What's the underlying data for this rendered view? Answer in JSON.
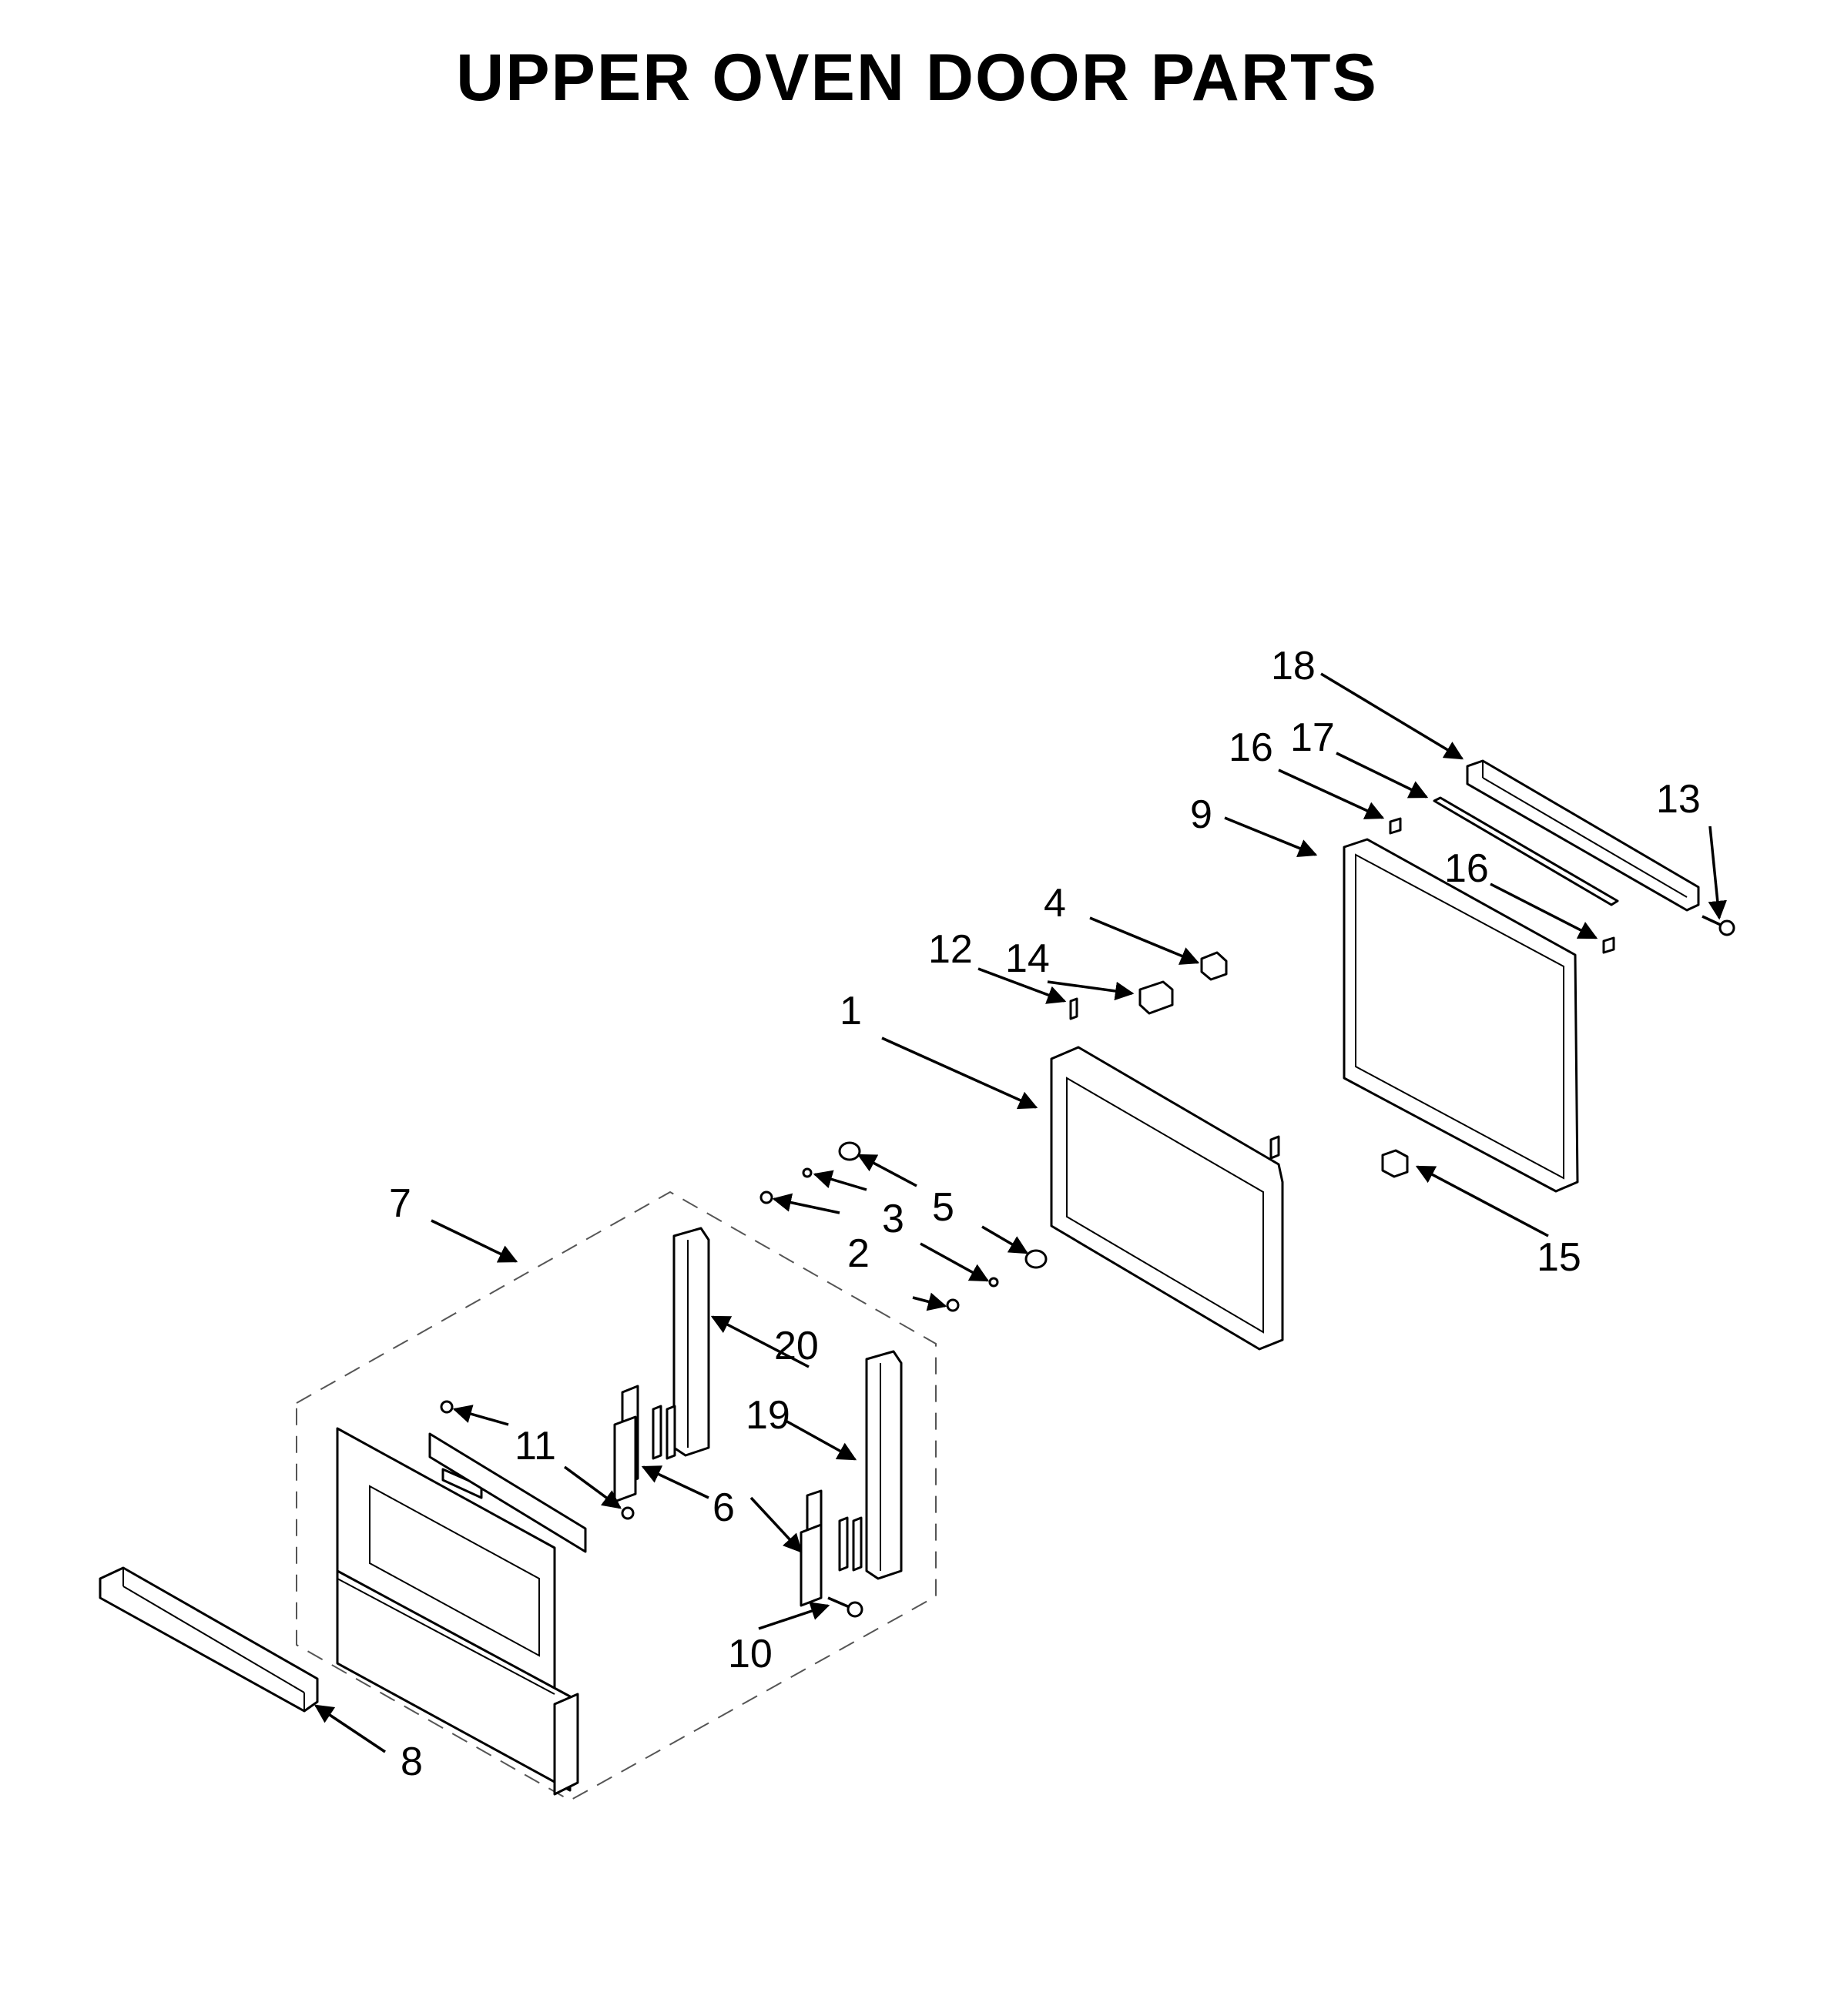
{
  "title": "UPPER OVEN DOOR PARTS",
  "labels": {
    "p1": "1",
    "p2": "2",
    "p3": "3",
    "p4": "4",
    "p5": "5",
    "p6": "6",
    "p7": "7",
    "p8": "8",
    "p9": "9",
    "p10": "10",
    "p11": "11",
    "p12": "12",
    "p13": "13",
    "p14": "14",
    "p15": "15",
    "p16a": "16",
    "p16b": "16",
    "p17": "17",
    "p18": "18",
    "p19": "19",
    "p20": "20"
  }
}
